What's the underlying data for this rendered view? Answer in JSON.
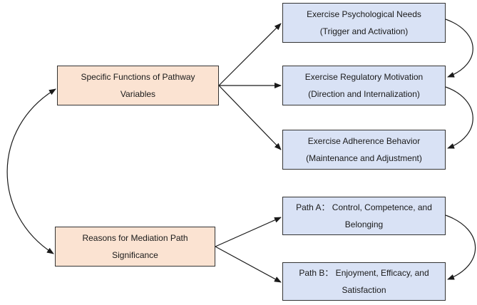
{
  "left_nodes": {
    "functions": {
      "line1": "Specific Functions of Pathway",
      "line2": "Variables"
    },
    "mediation": {
      "line1": "Reasons for Mediation Path",
      "line2": "Significance"
    }
  },
  "right_nodes": {
    "psych_needs": {
      "line1": "Exercise Psychological Needs",
      "line2": "(Trigger and Activation)"
    },
    "reg_motivation": {
      "line1": "Exercise Regulatory Motivation",
      "line2": "(Direction and Internalization)"
    },
    "adherence": {
      "line1": "Exercise Adherence Behavior",
      "line2": "(Maintenance and Adjustment)"
    },
    "path_a": {
      "line1": "Path A： Control, Competence, and",
      "line2": "Belonging"
    },
    "path_b": {
      "line1": "Path B： Enjoyment, Efficacy, and",
      "line2": "Satisfaction"
    }
  },
  "colors": {
    "left_fill": "#fbe3d2",
    "right_fill": "#d9e2f5",
    "stroke": "#333333"
  }
}
